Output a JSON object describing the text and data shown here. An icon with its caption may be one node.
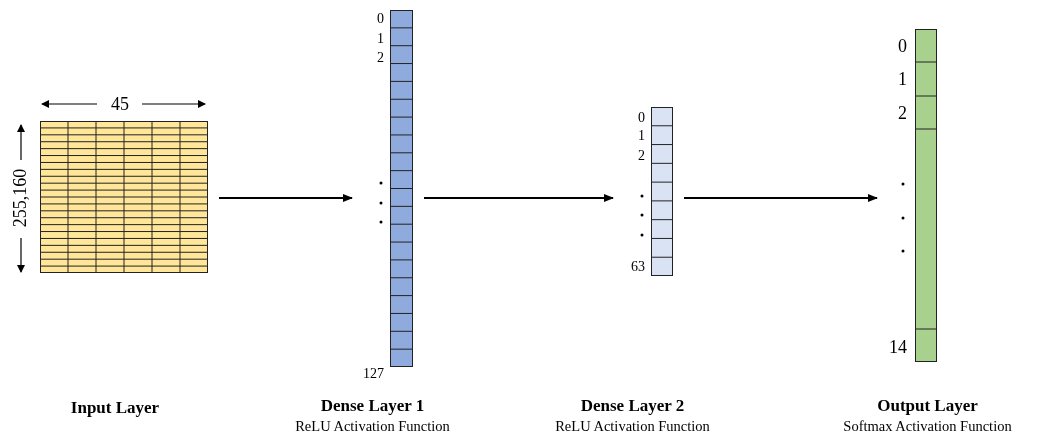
{
  "diagram": {
    "nodes": [
      {
        "text": [],
        "shape": "box"
      },
      {
        "text": [],
        "shape": "bar",
        "beside": [
          "Dense Layer 1",
          "ReLU Activation Function"
        ]
      },
      {
        "text": [],
        "shape": "bar",
        "beside": [
          "Dense Layer 2",
          "ReLU Activation Function"
        ]
      },
      {
        "text": [],
        "shape": "bar",
        "beside": [
          "Output Layer",
          "Softmax Activation Function"
        ]
      }
    ],
    "edges": [
      {
        "from": 0,
        "to": 1,
        "arrow": "to"
      },
      {
        "from": 1,
        "to": 2,
        "arrow": "to"
      },
      {
        "from": 2,
        "to": 3,
        "arrow": "to"
      }
    ],
    "labels": [
      "45",
      "255,160",
      "0",
      "1",
      "2",
      "127",
      "0",
      "1",
      "2",
      "63",
      "0",
      "1",
      "2",
      "14",
      "Input Layer"
    ]
  }
}
